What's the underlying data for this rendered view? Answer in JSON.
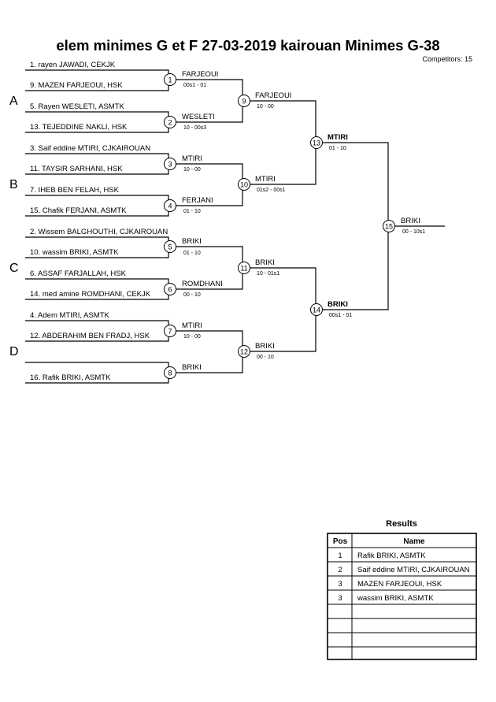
{
  "header": {
    "title": "elem minimes G et F  27-03-2019  kairouan   Minimes G-38",
    "competitors": "Competitors: 15"
  },
  "pools": [
    "A",
    "B",
    "C",
    "D"
  ],
  "competitors": [
    "1. rayen JAWADI, CEKJK",
    "9. MAZEN FARJEOUI, HSK",
    "5. Rayen WESLETI, ASMTK",
    "13. TEJEDDINE NAKLI, HSK",
    "3. Saif eddine MTIRI, CJKAIROUAN",
    "11. TAYSIR SARHANI, HSK",
    "7. IHEB BEN FELAH, HSK",
    "15. Chafik FERJANI, ASMTK",
    "2. Wissem BALGHOUTHI, CJKAIROUAN",
    "10. wassim BRIKI, ASMTK",
    "6. ASSAF FARJALLAH, HSK",
    "14. med amine ROMDHANI, CEKJK",
    "4. Adem MTIRI, ASMTK",
    "12. ABDERAHIM BEN FRADJ, HSK",
    "",
    "16. Rafik BRIKI, ASMTK"
  ],
  "matches": [
    {
      "num": "1",
      "winner": "FARJEOUI",
      "score": "00s1 - 01"
    },
    {
      "num": "2",
      "winner": "WESLETI",
      "score": "10 - 00s3"
    },
    {
      "num": "3",
      "winner": "MTIRI",
      "score": "10 - 00"
    },
    {
      "num": "4",
      "winner": "FERJANI",
      "score": "01 - 10"
    },
    {
      "num": "5",
      "winner": "BRIKI",
      "score": "01 - 10"
    },
    {
      "num": "6",
      "winner": "ROMDHANI",
      "score": "00 - 10"
    },
    {
      "num": "7",
      "winner": "MTIRI",
      "score": "10 - 00"
    },
    {
      "num": "8",
      "winner": "BRIKI",
      "score": ""
    },
    {
      "num": "9",
      "winner": "FARJEOUI",
      "score": "10 - 00"
    },
    {
      "num": "10",
      "winner": "MTIRI",
      "score": "01s2 - 00s1"
    },
    {
      "num": "11",
      "winner": "BRIKI",
      "score": "10 - 01s1"
    },
    {
      "num": "12",
      "winner": "BRIKI",
      "score": "00 - 10"
    },
    {
      "num": "13",
      "winner": "MTIRI",
      "score": "01 - 10"
    },
    {
      "num": "14",
      "winner": "BRIKI",
      "score": "00s1 - 01"
    },
    {
      "num": "15",
      "winner": "BRIKI",
      "score": "00 - 10s1"
    }
  ],
  "results": {
    "title": "Results",
    "col_pos": "Pos",
    "col_name": "Name",
    "rows": [
      {
        "pos": "1",
        "name": "Rafik BRIKI, ASMTK"
      },
      {
        "pos": "2",
        "name": "Saif eddine MTIRI, CJKAIROUAN"
      },
      {
        "pos": "3",
        "name": "MAZEN FARJEOUI, HSK"
      },
      {
        "pos": "3",
        "name": "wassim BRIKI, ASMTK"
      },
      {
        "pos": "",
        "name": ""
      },
      {
        "pos": "",
        "name": ""
      },
      {
        "pos": "",
        "name": ""
      },
      {
        "pos": "",
        "name": ""
      }
    ]
  }
}
